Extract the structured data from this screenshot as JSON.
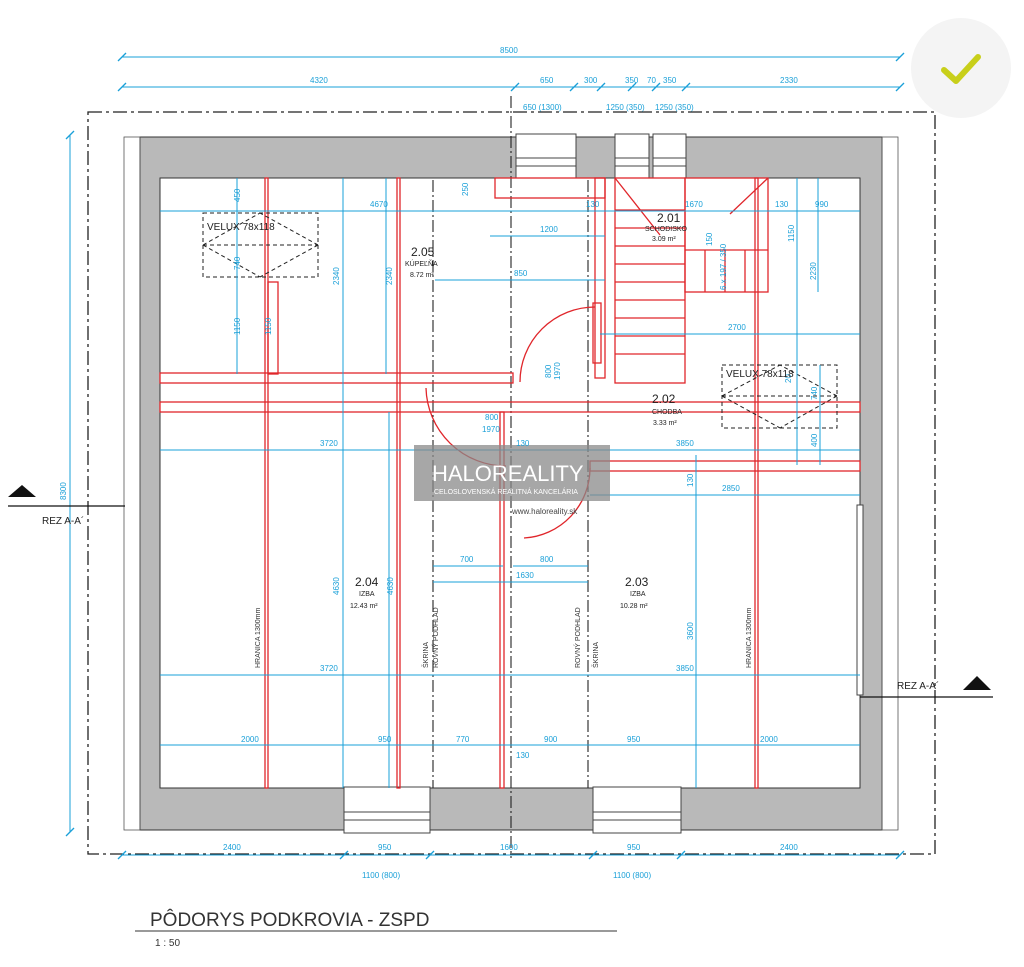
{
  "drawing": {
    "title": "PÔDORYS PODKROVIA - ZSPD",
    "scale": "1 : 50",
    "section_left": "REZ A-A´",
    "section_right": "REZ A-A´"
  },
  "watermark": {
    "brand": "HALOREALITY",
    "tagline": "CELOSLOVENSKÁ REALITNÁ KANCELÁRIA",
    "url": "www.haloreality.sk"
  },
  "rooms": [
    {
      "num": "2.01",
      "name": "SCHODISKO",
      "area": "3.09 m²"
    },
    {
      "num": "2.02",
      "name": "CHODBA",
      "area": "3.33 m²"
    },
    {
      "num": "2.03",
      "name": "IZBA",
      "area": "10.28 m²"
    },
    {
      "num": "2.04",
      "name": "IZBA",
      "area": "12.43 m²"
    },
    {
      "num": "2.05",
      "name": "KÚPEĽŇA",
      "area": "8.72 m²"
    }
  ],
  "windows": {
    "velux_left": "VELUX 78x118",
    "velux_right": "VELUX 78x118"
  },
  "labels": {
    "hranica_left": "HRANICA 1300mm",
    "hranica_right": "HRANICA 1300mm",
    "skrina_left": "ŠKRINA",
    "floor_left": "ROVNÝ PODHLAD",
    "skrina_right": "ŠKRINA",
    "floor_right": "ROVNÝ PODHLAD"
  },
  "dimensions": {
    "top_total": "8500",
    "top_1": "4320",
    "top_2": "650",
    "top_3": "300",
    "top_4": "350",
    "top_5": "70",
    "top_6": "350",
    "top_7": "2330",
    "top_sub_1": "650 (1300)",
    "top_sub_2": "1250 (350)",
    "top_sub_3": "1250 (350)",
    "bottom_1": "2400",
    "bottom_2": "950",
    "bottom_3": "1600",
    "bottom_4": "950",
    "bottom_5": "2400",
    "bottom_sub_1": "1100 (800)",
    "bottom_sub_2": "1100 (800)",
    "left_total": "8300",
    "row_4670": "4670",
    "row_1200": "1200",
    "row_850": "850",
    "row_1670": "1670",
    "row_130a": "130",
    "row_130b": "130",
    "row_990": "990",
    "row_2700": "2700",
    "row_3720a": "3720",
    "row_3850a": "3850",
    "row_130c": "130",
    "row_2850": "2850",
    "row_700": "700",
    "row_800": "800",
    "row_1630": "1630",
    "row_3720b": "3720",
    "row_3850b": "3850",
    "row_2000a": "2000",
    "row_950a": "950",
    "row_770": "770",
    "row_900": "900",
    "row_950b": "950",
    "row_2000b": "2000",
    "row_130d": "130",
    "door_800a": "800",
    "door_1970a": "1970",
    "door_800b": "800",
    "door_1970b": "1970",
    "v_450": "450",
    "v_740a": "740",
    "v_1150a": "1150",
    "v_1150b": "1150",
    "v_2340a": "2340",
    "v_2340b": "2340",
    "v_250": "250",
    "v_1150c": "1150",
    "v_2230": "2230",
    "v_740b": "740",
    "v_400": "400",
    "v_20": "20",
    "v_130e": "130",
    "v_4630a": "4630",
    "v_4630b": "4630",
    "v_3600": "3600",
    "stair_1": "6 x 197 / 350",
    "stair_2": "150"
  }
}
